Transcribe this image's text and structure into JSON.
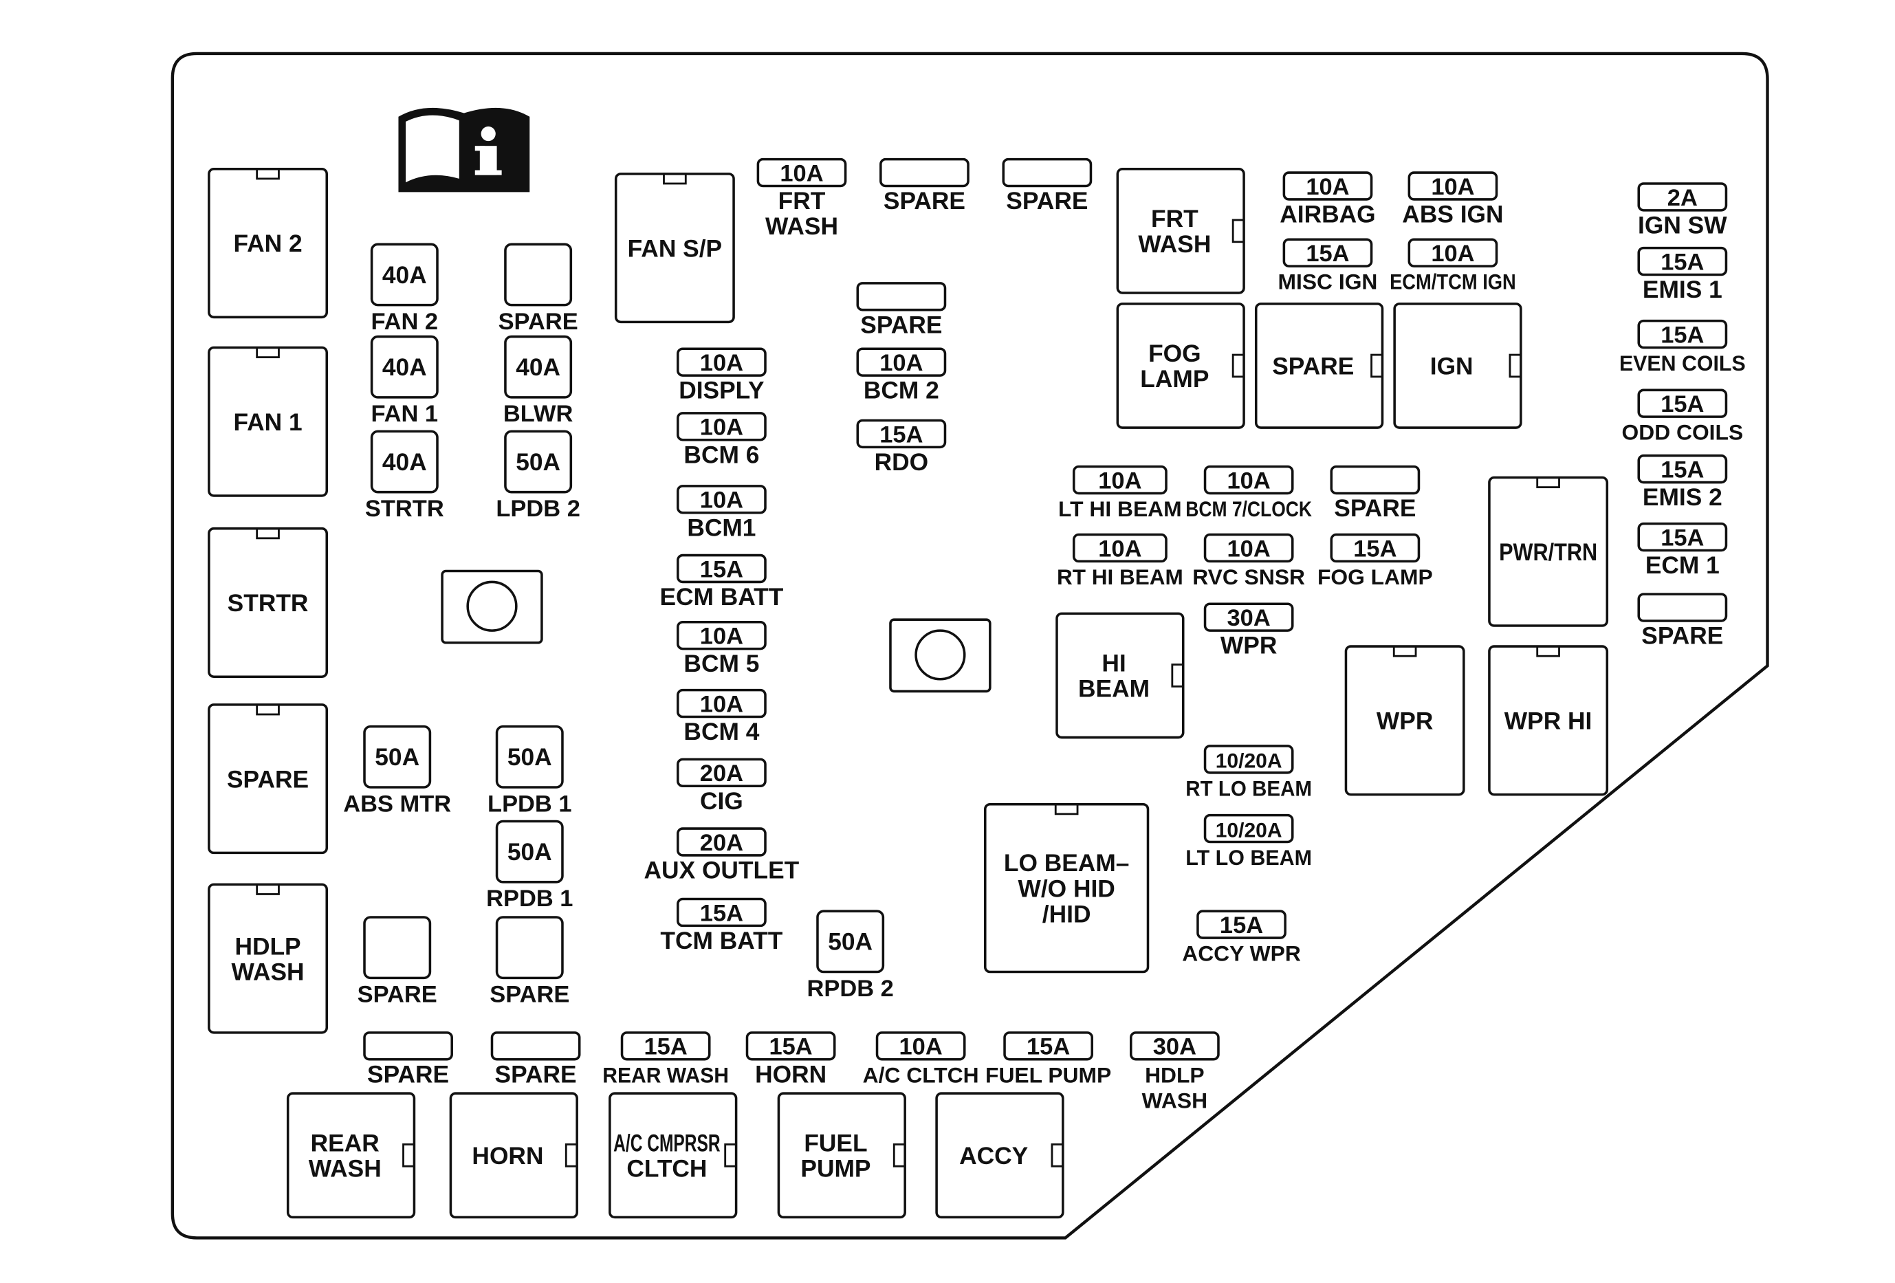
{
  "relays": [
    {
      "id": "fan2",
      "lines": [
        "FAN 2"
      ]
    },
    {
      "id": "fan1",
      "lines": [
        "FAN 1"
      ]
    },
    {
      "id": "strtr",
      "lines": [
        "STRTR"
      ]
    },
    {
      "id": "spare-left",
      "lines": [
        "SPARE"
      ]
    },
    {
      "id": "hdlp-wash",
      "lines": [
        "HDLP",
        "WASH"
      ]
    },
    {
      "id": "fan-sp",
      "lines": [
        "FAN S/P"
      ]
    },
    {
      "id": "frt-wash",
      "lines": [
        "FRT",
        "WASH"
      ]
    },
    {
      "id": "fog-lamp",
      "lines": [
        "FOG",
        "LAMP"
      ]
    },
    {
      "id": "spare-mid",
      "lines": [
        "SPARE"
      ]
    },
    {
      "id": "ign",
      "lines": [
        "IGN"
      ]
    },
    {
      "id": "pwr-trn",
      "lines": [
        "PWR/TRN"
      ]
    },
    {
      "id": "hi-beam",
      "lines": [
        "HI",
        "BEAM"
      ]
    },
    {
      "id": "wpr",
      "lines": [
        "WPR"
      ]
    },
    {
      "id": "wpr-hi",
      "lines": [
        "WPR HI"
      ]
    },
    {
      "id": "lo-beam",
      "lines": [
        "LO BEAM–",
        "W/O HID",
        "/HID"
      ]
    },
    {
      "id": "rear-wash",
      "lines": [
        "REAR",
        "WASH"
      ]
    },
    {
      "id": "horn",
      "lines": [
        "HORN"
      ]
    },
    {
      "id": "ac-cmprsr",
      "lines": [
        "A/C CMPRSR",
        "CLTCH"
      ]
    },
    {
      "id": "fuel-pump",
      "lines": [
        "FUEL",
        "PUMP"
      ]
    },
    {
      "id": "accy",
      "lines": [
        "ACCY"
      ]
    }
  ],
  "cartridges": [
    {
      "id": "fan2-fuse",
      "rating": "40A",
      "label": [
        "FAN 2"
      ]
    },
    {
      "id": "spare-c1",
      "rating": "",
      "label": [
        "SPARE"
      ]
    },
    {
      "id": "fan1-fuse",
      "rating": "40A",
      "label": [
        "FAN 1"
      ]
    },
    {
      "id": "blwr",
      "rating": "40A",
      "label": [
        "BLWR"
      ]
    },
    {
      "id": "strtr-fuse",
      "rating": "40A",
      "label": [
        "STRTR"
      ]
    },
    {
      "id": "lpdb2",
      "rating": "50A",
      "label": [
        "LPDB 2"
      ]
    },
    {
      "id": "abs-mtr",
      "rating": "50A",
      "label": [
        "ABS MTR"
      ]
    },
    {
      "id": "lpdb1",
      "rating": "50A",
      "label": [
        "LPDB 1"
      ]
    },
    {
      "id": "rpdb1",
      "rating": "50A",
      "label": [
        "RPDB 1"
      ]
    },
    {
      "id": "spare-c2",
      "rating": "",
      "label": [
        "SPARE"
      ]
    },
    {
      "id": "spare-c3",
      "rating": "",
      "label": [
        "SPARE"
      ]
    },
    {
      "id": "rpdb2",
      "rating": "50A",
      "label": [
        "RPDB 2"
      ]
    }
  ],
  "minifuses": [
    {
      "id": "frt-wash-fuse",
      "rating": "10A",
      "label": [
        "FRT",
        "WASH"
      ]
    },
    {
      "id": "spare-t1",
      "rating": "",
      "label": [
        "SPARE"
      ]
    },
    {
      "id": "spare-t2",
      "rating": "",
      "label": [
        "SPARE"
      ]
    },
    {
      "id": "spare-bcm",
      "rating": "",
      "label": [
        "SPARE"
      ]
    },
    {
      "id": "disply",
      "rating": "10A",
      "label": [
        "DISPLY"
      ]
    },
    {
      "id": "bcm2",
      "rating": "10A",
      "label": [
        "BCM 2"
      ]
    },
    {
      "id": "bcm6",
      "rating": "10A",
      "label": [
        "BCM 6"
      ]
    },
    {
      "id": "rdo",
      "rating": "15A",
      "label": [
        "RDO"
      ]
    },
    {
      "id": "bcm1",
      "rating": "10A",
      "label": [
        "BCM1"
      ]
    },
    {
      "id": "ecm-batt",
      "rating": "15A",
      "label": [
        "ECM BATT"
      ]
    },
    {
      "id": "bcm5",
      "rating": "10A",
      "label": [
        "BCM 5"
      ]
    },
    {
      "id": "bcm4",
      "rating": "10A",
      "label": [
        "BCM 4"
      ]
    },
    {
      "id": "cig",
      "rating": "20A",
      "label": [
        "CIG"
      ]
    },
    {
      "id": "aux-outlet",
      "rating": "20A",
      "label": [
        "AUX OUTLET"
      ]
    },
    {
      "id": "tcm-batt",
      "rating": "15A",
      "label": [
        "TCM BATT"
      ]
    },
    {
      "id": "airbag",
      "rating": "10A",
      "label": [
        "AIRBAG"
      ]
    },
    {
      "id": "abs-ign",
      "rating": "10A",
      "label": [
        "ABS IGN"
      ]
    },
    {
      "id": "misc-ign",
      "rating": "15A",
      "label": [
        "MISC IGN"
      ]
    },
    {
      "id": "ecm-tcm-ign",
      "rating": "10A",
      "label": [
        "ECM/TCM IGN"
      ]
    },
    {
      "id": "ign-sw",
      "rating": "2A",
      "label": [
        "IGN SW"
      ]
    },
    {
      "id": "emis1",
      "rating": "15A",
      "label": [
        "EMIS 1"
      ]
    },
    {
      "id": "even-coils",
      "rating": "15A",
      "label": [
        "EVEN COILS"
      ]
    },
    {
      "id": "odd-coils",
      "rating": "15A",
      "label": [
        "ODD COILS"
      ]
    },
    {
      "id": "emis2",
      "rating": "15A",
      "label": [
        "EMIS 2"
      ]
    },
    {
      "id": "ecm1",
      "rating": "15A",
      "label": [
        "ECM 1"
      ]
    },
    {
      "id": "spare-r",
      "rating": "",
      "label": [
        "SPARE"
      ]
    },
    {
      "id": "lt-hi-beam",
      "rating": "10A",
      "label": [
        "LT HI BEAM"
      ]
    },
    {
      "id": "bcm7-clock",
      "rating": "10A",
      "label": [
        "BCM 7/CLOCK"
      ]
    },
    {
      "id": "spare-m",
      "rating": "",
      "label": [
        "SPARE"
      ]
    },
    {
      "id": "rt-hi-beam",
      "rating": "10A",
      "label": [
        "RT HI BEAM"
      ]
    },
    {
      "id": "rvc-snsr",
      "rating": "10A",
      "label": [
        "RVC SNSR"
      ]
    },
    {
      "id": "fog-lamp-fuse",
      "rating": "15A",
      "label": [
        "FOG LAMP"
      ]
    },
    {
      "id": "wpr-fuse",
      "rating": "30A",
      "label": [
        "WPR"
      ]
    },
    {
      "id": "rt-lo-beam",
      "rating": "10/20A",
      "label": [
        "RT LO BEAM"
      ]
    },
    {
      "id": "lt-lo-beam",
      "rating": "10/20A",
      "label": [
        "LT LO BEAM"
      ]
    },
    {
      "id": "accy-wpr",
      "rating": "15A",
      "label": [
        "ACCY WPR"
      ]
    },
    {
      "id": "spare-b1",
      "rating": "",
      "label": [
        "SPARE"
      ]
    },
    {
      "id": "spare-b2",
      "rating": "",
      "label": [
        "SPARE"
      ]
    },
    {
      "id": "rear-wash-fuse",
      "rating": "15A",
      "label": [
        "REAR WASH"
      ]
    },
    {
      "id": "horn-fuse",
      "rating": "15A",
      "label": [
        "HORN"
      ]
    },
    {
      "id": "ac-cltch",
      "rating": "10A",
      "label": [
        "A/C CLTCH"
      ]
    },
    {
      "id": "fuel-pump-fuse",
      "rating": "15A",
      "label": [
        "FUEL PUMP"
      ]
    },
    {
      "id": "hdlp-wash-fuse",
      "rating": "30A",
      "label": [
        "HDLP",
        "WASH"
      ]
    }
  ],
  "icons": [
    "manual-info-icon"
  ],
  "colors": {
    "line": "#111111",
    "background": "#ffffff"
  }
}
